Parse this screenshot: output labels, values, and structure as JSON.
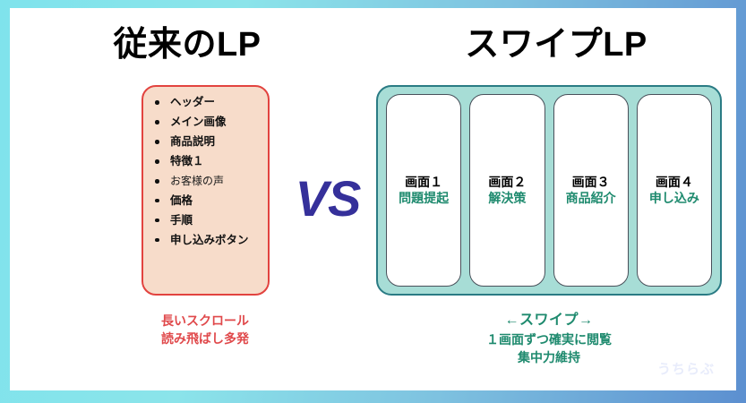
{
  "slide": {
    "frame_gradient_from": "#7fe3ec",
    "frame_gradient_to": "#5c8fd0",
    "background": "#ffffff"
  },
  "left_column": {
    "title": "従来のLP",
    "box": {
      "fill": "#f7dcca",
      "border": "#e2433f",
      "items": [
        {
          "label": "ヘッダー",
          "emphasis": "bold"
        },
        {
          "label": "メイン画像",
          "emphasis": "bold"
        },
        {
          "label": "商品説明",
          "emphasis": "bold"
        },
        {
          "label": "特徴１",
          "emphasis": "bold"
        },
        {
          "label": "お客様の声",
          "emphasis": "normal"
        },
        {
          "label": "価格",
          "emphasis": "bold"
        },
        {
          "label": "手順",
          "emphasis": "bold"
        },
        {
          "label": "申し込みボタン",
          "emphasis": "bold"
        }
      ]
    },
    "caption_lines": [
      "長いスクロール",
      "読み飛ばし多発"
    ],
    "caption_color": "#e0494b"
  },
  "versus": {
    "label": "VS",
    "color": "#35309a",
    "outline": "#ffffff"
  },
  "right_column": {
    "title": "スワイプLP",
    "frame": {
      "fill": "#a7ddd6",
      "border": "#2a7b84"
    },
    "screens": [
      {
        "number": "画面１",
        "label": "問題提起"
      },
      {
        "number": "画面２",
        "label": "解決策"
      },
      {
        "number": "画面３",
        "label": "商品紹介"
      },
      {
        "number": "画面４",
        "label": "申し込み"
      }
    ],
    "caption_lines": [
      "←スワイプ→",
      "１画面ずつ確実に閲覧",
      "集中力維持"
    ],
    "caption_color": "#1e8a6e"
  },
  "watermark": {
    "text": "うちらぶ",
    "color": "#e8ecfb"
  }
}
